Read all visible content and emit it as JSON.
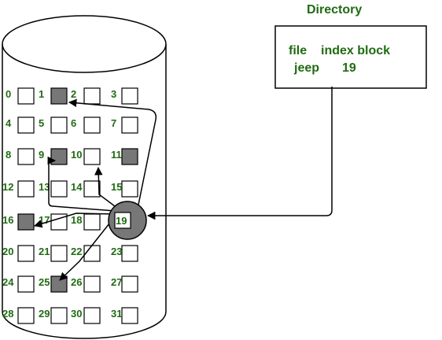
{
  "directory": {
    "title": "Directory",
    "header_file": "file",
    "header_index": "index block",
    "entry_file": "jeep",
    "entry_index": "19"
  },
  "disk": {
    "blocks": [
      {
        "id": 0,
        "label": "0",
        "filled": false
      },
      {
        "id": 1,
        "label": "1",
        "filled": true
      },
      {
        "id": 2,
        "label": "2",
        "filled": false
      },
      {
        "id": 3,
        "label": "3",
        "filled": false
      },
      {
        "id": 4,
        "label": "4",
        "filled": false
      },
      {
        "id": 5,
        "label": "5",
        "filled": false
      },
      {
        "id": 6,
        "label": "6",
        "filled": false
      },
      {
        "id": 7,
        "label": "7",
        "filled": false
      },
      {
        "id": 8,
        "label": "8",
        "filled": false
      },
      {
        "id": 9,
        "label": "9",
        "filled": true
      },
      {
        "id": 10,
        "label": "10",
        "filled": false
      },
      {
        "id": 11,
        "label": "11",
        "filled": true
      },
      {
        "id": 12,
        "label": "12",
        "filled": false
      },
      {
        "id": 13,
        "label": "13",
        "filled": false
      },
      {
        "id": 14,
        "label": "14",
        "filled": false
      },
      {
        "id": 15,
        "label": "15",
        "filled": false
      },
      {
        "id": 16,
        "label": "16",
        "filled": true
      },
      {
        "id": 17,
        "label": "17",
        "filled": false
      },
      {
        "id": 18,
        "label": "18",
        "filled": false
      },
      {
        "id": 19,
        "label": "19",
        "filled": true,
        "index_block": true
      },
      {
        "id": 20,
        "label": "20",
        "filled": false
      },
      {
        "id": 21,
        "label": "21",
        "filled": false
      },
      {
        "id": 22,
        "label": "22",
        "filled": false
      },
      {
        "id": 23,
        "label": "23",
        "filled": false
      },
      {
        "id": 24,
        "label": "24",
        "filled": false
      },
      {
        "id": 25,
        "label": "25",
        "filled": true
      },
      {
        "id": 26,
        "label": "26",
        "filled": false
      },
      {
        "id": 27,
        "label": "27",
        "filled": false
      },
      {
        "id": 28,
        "label": "28",
        "filled": false
      },
      {
        "id": 29,
        "label": "29",
        "filled": false
      },
      {
        "id": 30,
        "label": "30",
        "filled": false
      },
      {
        "id": 31,
        "label": "31",
        "filled": false
      }
    ],
    "pointer_targets": [
      9,
      16,
      1,
      10,
      25
    ]
  },
  "colors": {
    "label_green": "#1f6b12",
    "filled_block": "#777777",
    "outline": "#000000"
  }
}
